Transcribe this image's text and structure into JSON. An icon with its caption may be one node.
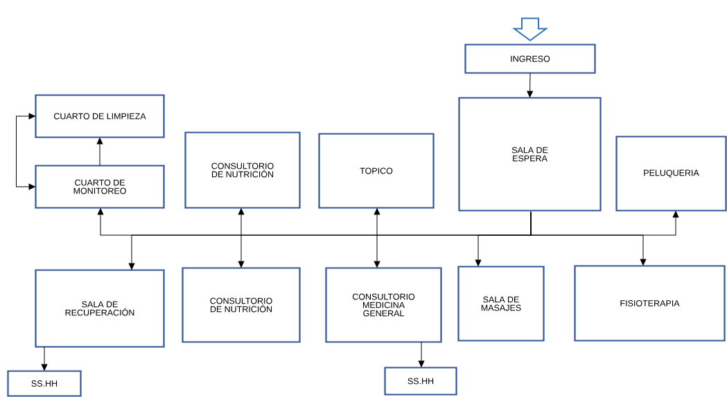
{
  "diagram": {
    "nodes": [
      {
        "text": [
          "INGRESO"
        ]
      },
      {
        "text": [
          "CUARTO DE LIMPIEZA"
        ]
      },
      {
        "text": [
          "CONSULTORIO DE NUTRICIÓN"
        ]
      },
      {
        "text": [
          "TOPICO"
        ]
      },
      {
        "text": [
          "SALA DE ESPERA"
        ]
      },
      {
        "text": [
          "PELUQUERIA"
        ]
      },
      {
        "text": [
          "CUARTO DE MONITOREO"
        ]
      },
      {
        "text": [
          "SALA DE RECUPERACIÓN"
        ]
      },
      {
        "text": [
          "CONSULTORIO DE NUTRICIÓN"
        ]
      },
      {
        "text": [
          "CONSULTORIO MEDICINA GENERAL"
        ]
      },
      {
        "text": [
          "SALA DE MASAJES"
        ]
      },
      {
        "text": [
          "FISIOTERAPIA"
        ]
      },
      {
        "text": [
          "SS.HH"
        ]
      },
      {
        "text": [
          "SS.HH"
        ]
      }
    ],
    "edges": [
      {
        "from": null,
        "to": 0,
        "arrow": "to",
        "color": "#2e75b6"
      },
      {
        "from": 0,
        "to": 4,
        "arrow": "to"
      },
      {
        "from": 6,
        "to": 1,
        "arrow": "to"
      },
      {
        "from": 1,
        "to": 6,
        "arrow": "both"
      },
      {
        "from": 4,
        "to": 6,
        "arrow": "to"
      },
      {
        "from": 4,
        "to": 7,
        "arrow": "to"
      },
      {
        "from": 2,
        "to": 8,
        "arrow": "both"
      },
      {
        "from": 3,
        "to": 9,
        "arrow": "both"
      },
      {
        "from": 4,
        "to": 10,
        "arrow": "to"
      },
      {
        "from": 4,
        "to": 11,
        "arrow": "to"
      },
      {
        "from": 4,
        "to": 5,
        "arrow": "to"
      },
      {
        "from": 7,
        "to": 12,
        "arrow": "to"
      },
      {
        "from": 9,
        "to": 13,
        "arrow": "to"
      }
    ]
  }
}
